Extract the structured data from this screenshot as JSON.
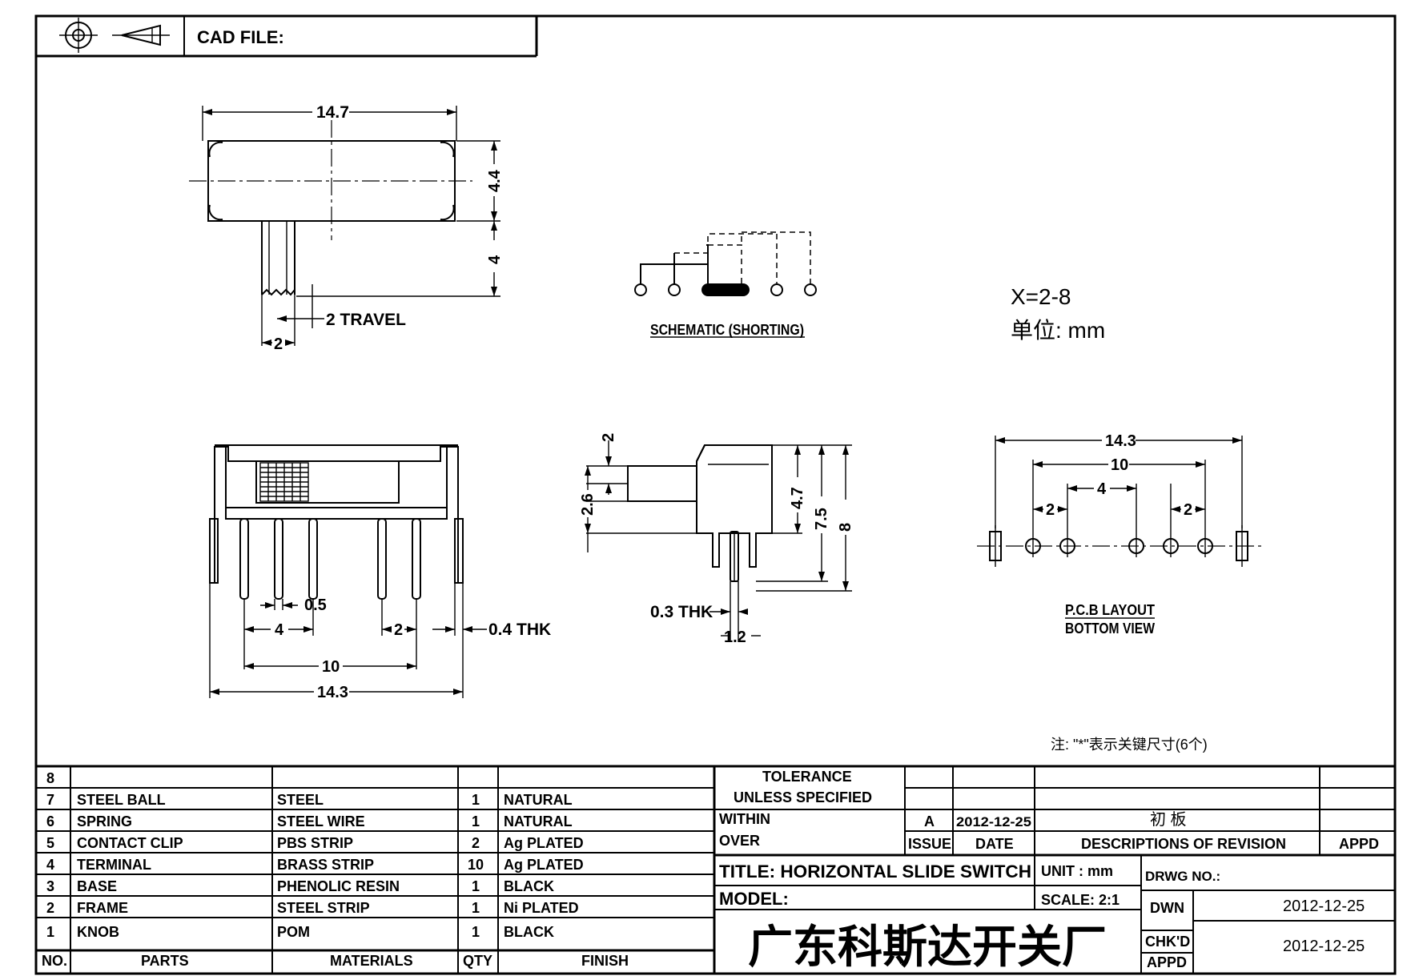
{
  "header": {
    "cad_file_label": "CAD FILE:",
    "projection_icon": "first-angle-projection-icon"
  },
  "top_view": {
    "width_dim": "14.7",
    "height_dim": "4.4",
    "knob_dim": "4",
    "travel_dim": "2 TRAVEL",
    "knob_width_dim": "2"
  },
  "schematic": {
    "label": "SCHEMATIC (SHORTING)"
  },
  "notes": {
    "x_range": "X=2-8",
    "unit_line": "单位: mm",
    "key_dim_note": "注: \"*\"表示关键尺寸(6个)"
  },
  "front_view": {
    "pitch_small": "0.5",
    "pitch_4": "4",
    "pitch_2": "2",
    "thickness": "0.4 THK",
    "span_10": "10",
    "span_143": "14.3"
  },
  "side_view": {
    "dim_2": "2",
    "dim_26": "2.6",
    "dim_47": "4.7",
    "dim_75": "7.5",
    "dim_8": "8",
    "thickness": "0.3 THK",
    "dim_12": "1.2"
  },
  "pcb_layout": {
    "span_143": "14.3",
    "span_10": "10",
    "pitch_4": "4",
    "pitch_2_left": "2",
    "pitch_2_right": "2",
    "label_line1": "P.C.B LAYOUT",
    "label_line2": "BOTTOM VIEW"
  },
  "bom": {
    "headers": {
      "no": "NO.",
      "parts": "PARTS",
      "materials": "MATERIALS",
      "qty": "QTY",
      "finish": "FINISH"
    },
    "rows": [
      {
        "no": "8",
        "part": "",
        "material": "",
        "qty": "",
        "finish": ""
      },
      {
        "no": "7",
        "part": "STEEL BALL",
        "material": "STEEL",
        "qty": "1",
        "finish": "NATURAL"
      },
      {
        "no": "6",
        "part": "SPRING",
        "material": "STEEL WIRE",
        "qty": "1",
        "finish": "NATURAL"
      },
      {
        "no": "5",
        "part": "CONTACT CLIP",
        "material": "PBS STRIP",
        "qty": "2",
        "finish": "Ag PLATED"
      },
      {
        "no": "4",
        "part": "TERMINAL",
        "material": "BRASS STRIP",
        "qty": "10",
        "finish": "Ag PLATED"
      },
      {
        "no": "3",
        "part": "BASE",
        "material": "PHENOLIC RESIN",
        "qty": "1",
        "finish": "BLACK"
      },
      {
        "no": "2",
        "part": "FRAME",
        "material": "STEEL STRIP",
        "qty": "1",
        "finish": "Ni PLATED"
      },
      {
        "no": "1",
        "part": "KNOB",
        "material": "POM",
        "qty": "1",
        "finish": "BLACK"
      }
    ]
  },
  "title_block": {
    "tolerance_line1": "TOLERANCE",
    "tolerance_line2": "UNLESS   SPECIFIED",
    "within": "WITHIN",
    "over": "OVER",
    "revision_letter": "A",
    "revision_date": "2012-12-25",
    "revision_description": "初 板",
    "issue_label": "ISSUE",
    "date_label": "DATE",
    "descriptions_label": "DESCRIPTIONS OF REVISION",
    "appd_label": "APPD",
    "title": "TITLE: HORIZONTAL SLIDE SWITCH",
    "unit": "UNIT : mm",
    "drwg_no": "DRWG NO.:",
    "model": "MODEL:",
    "scale": "SCALE: 2:1",
    "dwn_label": "DWN",
    "dwn_date": "2012-12-25",
    "chkd_label": "CHK'D",
    "appd_row_label": "APPD",
    "chkd_appd_date": "2012-12-25",
    "company": "广东科斯达开关厂"
  }
}
